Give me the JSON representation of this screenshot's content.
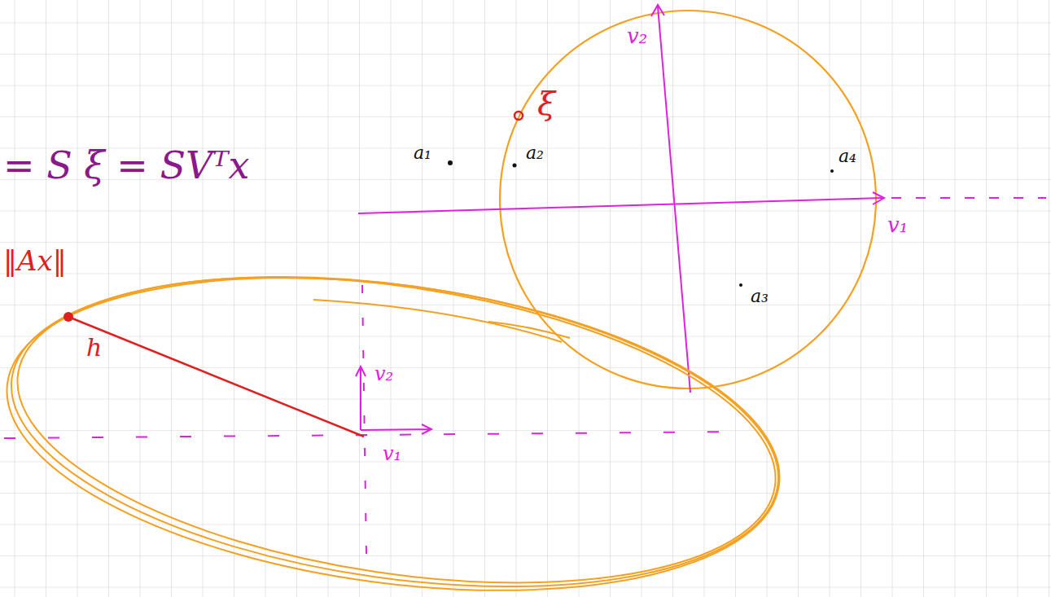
{
  "diagram": {
    "labels": [
      "= S ξ = SVᵀx",
      "‖Ax‖",
      "h",
      "v₂",
      "v₁",
      "v₂",
      "ξ",
      "a₁",
      "a₂",
      "a₄",
      "v₁",
      "a₃"
    ]
  }
}
